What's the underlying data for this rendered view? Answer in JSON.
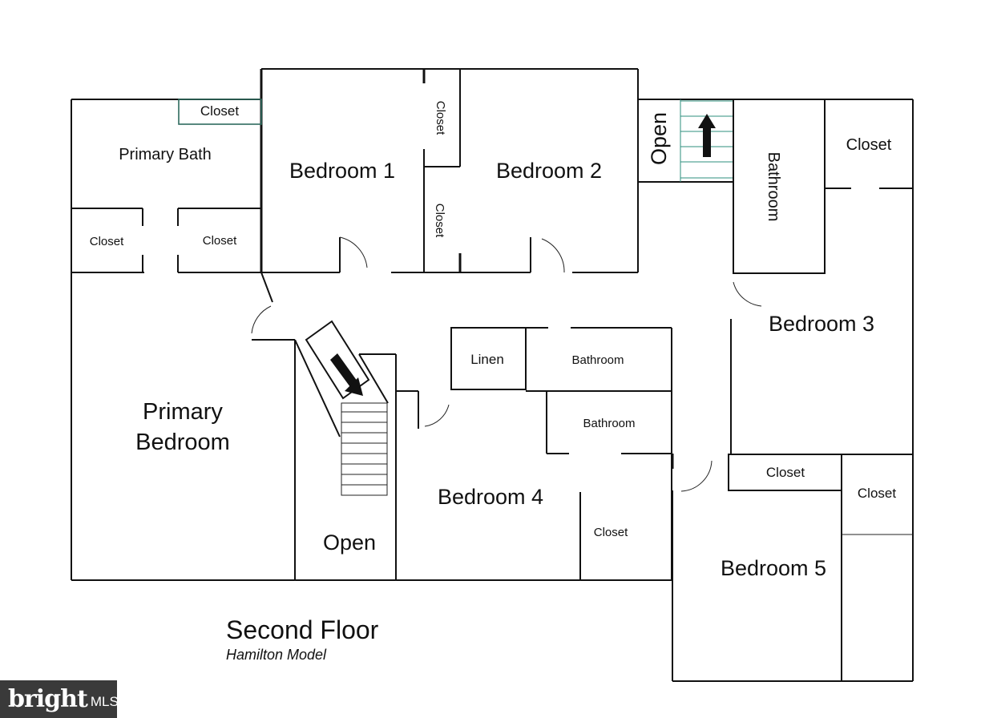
{
  "rooms": {
    "closet_top": "Closet",
    "primary_bath": "Primary Bath",
    "closet_left": "Closet",
    "closet_mid": "Closet",
    "bedroom1": "Bedroom 1",
    "closet_b1_upper": "Closet",
    "closet_b1_lower": "Closet",
    "bedroom2": "Bedroom 2",
    "open_top": "Open",
    "bathroom_right": "Bathroom",
    "closet_right": "Closet",
    "bedroom3": "Bedroom 3",
    "primary_bedroom_line1": "Primary",
    "primary_bedroom_line2": "Bedroom",
    "linen": "Linen",
    "bathroom_a": "Bathroom",
    "bathroom_b": "Bathroom",
    "bedroom4": "Bedroom 4",
    "closet_b4": "Closet",
    "open_bottom": "Open",
    "closet_b5_a": "Closet",
    "closet_b5_b": "Closet",
    "bedroom5": "Bedroom 5"
  },
  "title": {
    "main": "Second Floor",
    "sub": "Hamilton Model"
  },
  "watermark": {
    "brand": "bright",
    "mls": "MLS"
  }
}
